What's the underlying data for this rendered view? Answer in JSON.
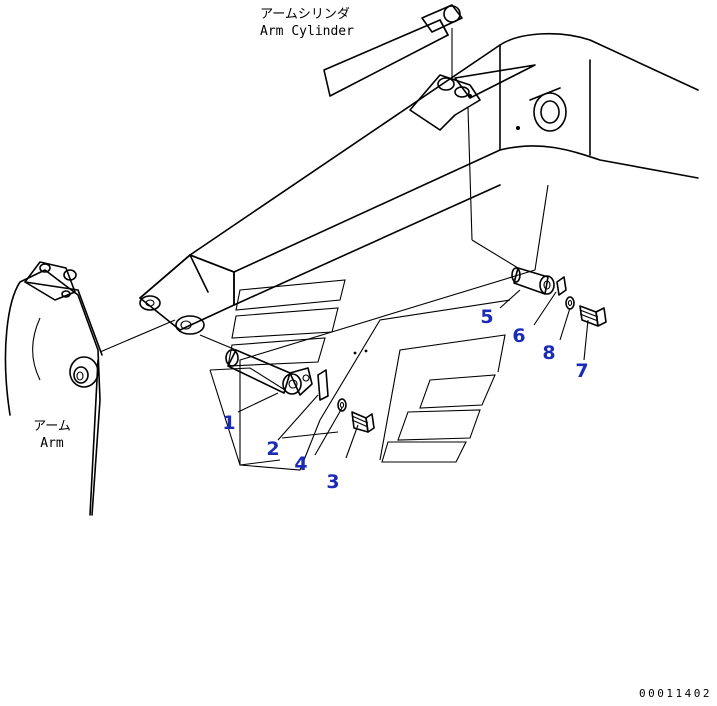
{
  "captions": {
    "arm_cylinder_jp": "アームシリンダ",
    "arm_cylinder_en": "Arm Cylinder",
    "arm_jp": "アーム",
    "arm_en": "Arm"
  },
  "part_labels": {
    "p1": "1",
    "p2": "2",
    "p3": "3",
    "p4": "4",
    "p5": "5",
    "p6": "6",
    "p7": "7",
    "p8": "8"
  },
  "drawing_number": "00011402",
  "colors": {
    "label_blue": "#1a2bb5",
    "line_black": "#000000",
    "background": "#ffffff"
  }
}
